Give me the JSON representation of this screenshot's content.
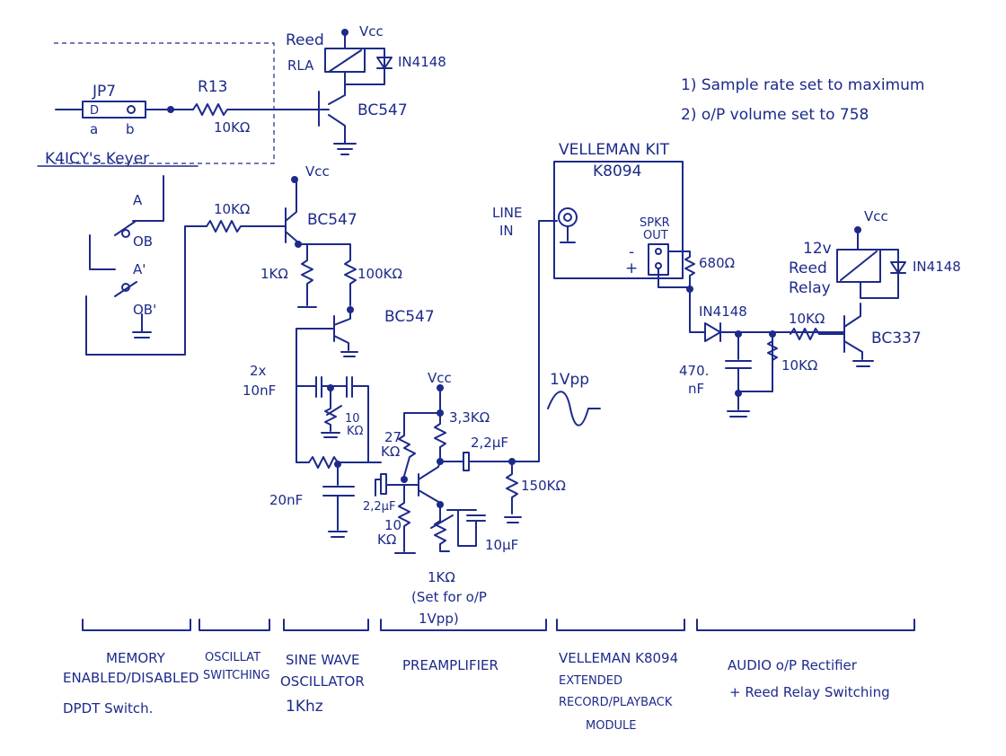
{
  "notes": [
    "1) Sample rate set to maximum",
    "2) o/P volume set to 758"
  ],
  "keyer": {
    "label": "K4ICY's Keyer",
    "jumper": "JP7",
    "pin_a": "a",
    "pin_b": "b",
    "jumper_pos": "D",
    "resistor": "R13",
    "resistor_value": "10KΩ"
  },
  "top_stage": {
    "relay_name": "Reed",
    "relay_ref": "RLA",
    "vcc": "Vcc",
    "diode": "IN4148",
    "transistor": "BC547"
  },
  "switch": {
    "a": "A",
    "b": "OB",
    "a2": "A'",
    "b2": "OB'"
  },
  "oscillator": {
    "vcc": "Vcc",
    "r_in": "10KΩ",
    "q1": "BC547",
    "r_e": "1KΩ",
    "r_c": "100KΩ",
    "q2": "BC547",
    "cap_label_1": "2x",
    "cap_label_2": "10nF",
    "pot_1": "10",
    "pot_2": "KΩ",
    "cap_out": "20nF"
  },
  "preamp": {
    "vcc": "Vcc",
    "r_c": "3,3KΩ",
    "r_top_1": "27",
    "r_top_2": "KΩ",
    "r_bot_1": "10",
    "r_bot_2": "KΩ",
    "c_in": "2,2µF",
    "c_out": "2,2µF",
    "r_load": "150KΩ",
    "c_e": "10µF",
    "pot": "1KΩ",
    "pot_note_1": "(Set for o/P",
    "pot_note_2": "1Vpp)",
    "signal": "1Vpp"
  },
  "velleman": {
    "title_1": "VELLEMAN KIT",
    "title_2": "K8094",
    "line_in_1": "LINE",
    "line_in_2": "IN",
    "spkr_1": "SPKR",
    "spkr_2": "OUT",
    "minus": "-",
    "plus": "+",
    "r_load": "680Ω"
  },
  "rectifier": {
    "vcc": "Vcc",
    "relay_1": "12v",
    "relay_2": "Reed",
    "relay_3": "Relay",
    "diode_relay": "IN4148",
    "diode_rect": "IN4148",
    "r_base": "10KΩ",
    "r_shunt": "10KΩ",
    "cap_1": "470.",
    "cap_2": "nF",
    "transistor": "BC337"
  },
  "sections": [
    {
      "line1": "MEMORY",
      "line2": "ENABLED/DISABLED",
      "line3": "DPDT Switch."
    },
    {
      "line1": "OSCILLAT",
      "line2": "SWITCHING",
      "line3": ""
    },
    {
      "line1": "SINE WAVE",
      "line2": "OSCILLATOR",
      "line3": "1Khz"
    },
    {
      "line1": "PREAMPLIFIER",
      "line2": "",
      "line3": ""
    },
    {
      "line1": "VELLEMAN K8094",
      "line2": "EXTENDED",
      "line3": "RECORD/PLAYBACK",
      "line4": "MODULE"
    },
    {
      "line1": "AUDIO o/P Rectifier",
      "line2": "+ Reed Relay Switching",
      "line3": ""
    }
  ]
}
